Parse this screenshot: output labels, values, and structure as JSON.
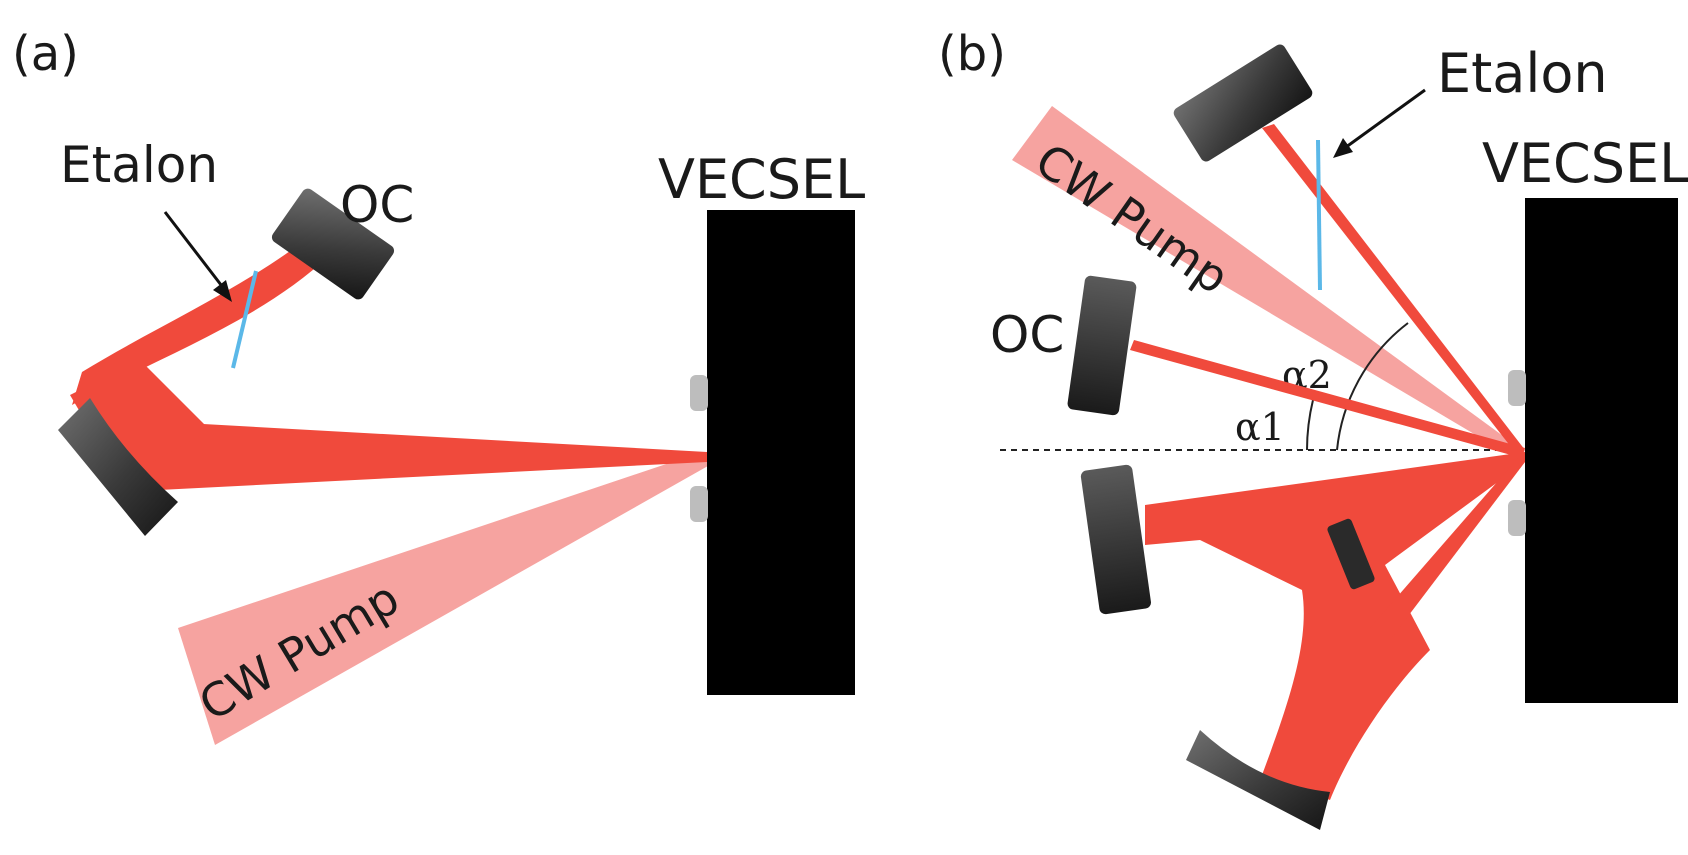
{
  "panels": [
    {
      "label": "(a)",
      "labels": {
        "etalon": "Etalon",
        "oc": "OC",
        "vecsel": "VECSEL",
        "pump": "CW Pump"
      }
    },
    {
      "label": "(b)",
      "labels": {
        "etalon": "Etalon",
        "oc": "OC",
        "vecsel": "VECSEL",
        "pump": "CW Pump",
        "alpha1": "α1",
        "alpha2": "α2"
      }
    }
  ],
  "colors": {
    "laser_beam": "#f04a3c",
    "pump_beam": "#f6a3a0",
    "etalon": "#5bb8e8",
    "vecsel_chip": "#000000",
    "mirror_dark": "#2a2a2a",
    "mirror_light": "#6a6a6a"
  }
}
